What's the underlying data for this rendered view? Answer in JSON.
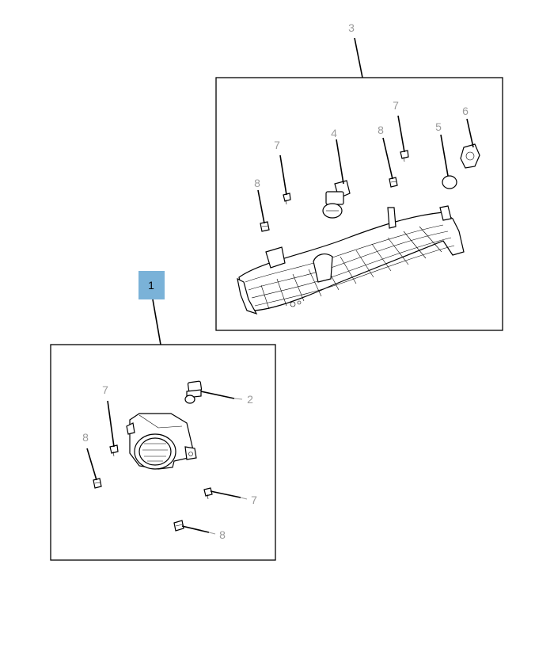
{
  "callouts": {
    "group_upper": "3",
    "group_lower": "1",
    "upper_bulb": "4",
    "upper_screw_left": "7",
    "upper_nut_left": "8",
    "upper_nut_mid": "8",
    "upper_screw_right": "7",
    "upper_cap": "5",
    "upper_socket": "6",
    "lower_bulb": "2",
    "lower_screw_left": "7",
    "lower_nut_left": "8",
    "lower_screw_right": "7",
    "lower_nut_right": "8"
  },
  "colors": {
    "highlight": "#7ab2d8",
    "callout_grey": "#9a9a9a",
    "line": "#000000"
  }
}
